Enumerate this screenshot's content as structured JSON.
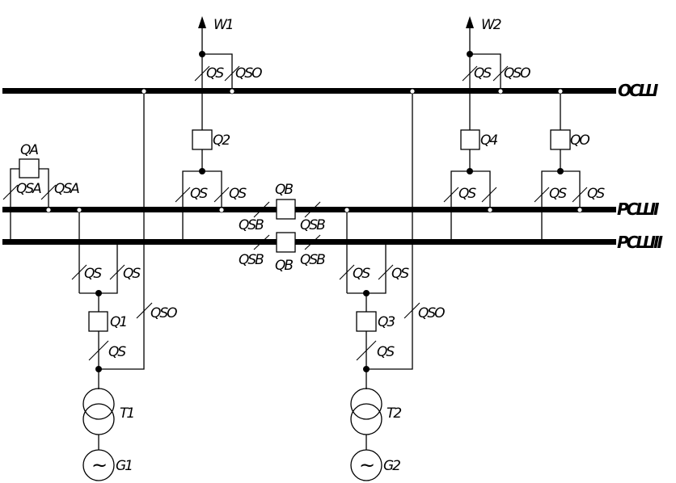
{
  "diagram": {
    "type": "single-line electrical schematic",
    "buses": {
      "main": "ОСШ",
      "working_1": "РСШI",
      "working_2": "РСШII"
    },
    "lines": {
      "w1": "W1",
      "w2": "W2"
    },
    "breakers": {
      "q1": "Q1",
      "q2": "Q2",
      "q3": "Q3",
      "q4": "Q4",
      "qo": "QO",
      "qa": "QA",
      "qb_top": "QB",
      "qb_bottom": "QB"
    },
    "disconnectors": {
      "qs": "QS",
      "qso": "QSO",
      "qsa": "QSA",
      "qsb": "QSB"
    },
    "transformers": {
      "t1": "T1",
      "t2": "T2"
    },
    "generators": {
      "g1": "G1",
      "g2": "G2",
      "symbol": "~"
    }
  }
}
